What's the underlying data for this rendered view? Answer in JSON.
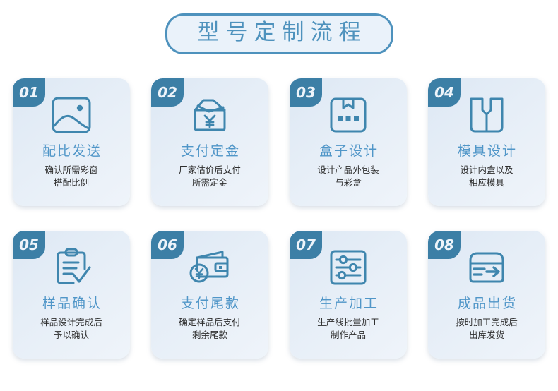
{
  "header": {
    "title": "型号定制流程",
    "border_color": "#4e92bd",
    "text_color": "#4e92bd"
  },
  "theme": {
    "badge_bg": "#3c7fa6",
    "icon_color": "#3f86ae",
    "card_title_color": "#5096c8",
    "card_bg_start": "#dde8f4",
    "card_bg_end": "#eff4fa",
    "desc_color": "#2e2e2e"
  },
  "steps": [
    {
      "number": "01",
      "icon": "image-photo-icon",
      "title": "配比发送",
      "desc_line1": "确认所需彩窗",
      "desc_line2": "搭配比例"
    },
    {
      "number": "02",
      "icon": "money-envelope-yuan-icon",
      "title": "支付定金",
      "desc_line1": "厂家估价后支付",
      "desc_line2": "所需定金"
    },
    {
      "number": "03",
      "icon": "package-box-icon",
      "title": "盒子设计",
      "desc_line1": "设计产品外包装",
      "desc_line2": "与彩盒"
    },
    {
      "number": "04",
      "icon": "mold-die-icon",
      "title": "模具设计",
      "desc_line1": "设计内盒以及",
      "desc_line2": "相应模具"
    },
    {
      "number": "05",
      "icon": "clipboard-check-icon",
      "title": "样品确认",
      "desc_line1": "样品设计完成后",
      "desc_line2": "予以确认"
    },
    {
      "number": "06",
      "icon": "wallet-yuan-icon",
      "title": "支付尾款",
      "desc_line1": "确定样品后支付",
      "desc_line2": "剩余尾款"
    },
    {
      "number": "07",
      "icon": "sliders-settings-icon",
      "title": "生产加工",
      "desc_line1": "生产线批量加工",
      "desc_line2": "制作产品"
    },
    {
      "number": "08",
      "icon": "shipping-box-arrow-icon",
      "title": "成品出货",
      "desc_line1": "按时加工完成后",
      "desc_line2": "出库发货"
    }
  ]
}
